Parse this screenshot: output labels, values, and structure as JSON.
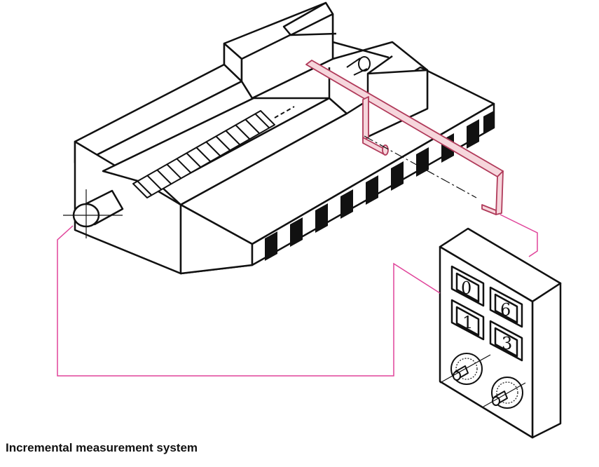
{
  "caption": "Incremental measurement system",
  "display": {
    "digits": [
      "0",
      "1",
      "6",
      "3"
    ]
  },
  "colors": {
    "line": "#111111",
    "cable": "#e0449a",
    "pointer_fill": "#f6d6dc",
    "pointer_stroke": "#b03a5a",
    "scale_mark": "#111111"
  }
}
